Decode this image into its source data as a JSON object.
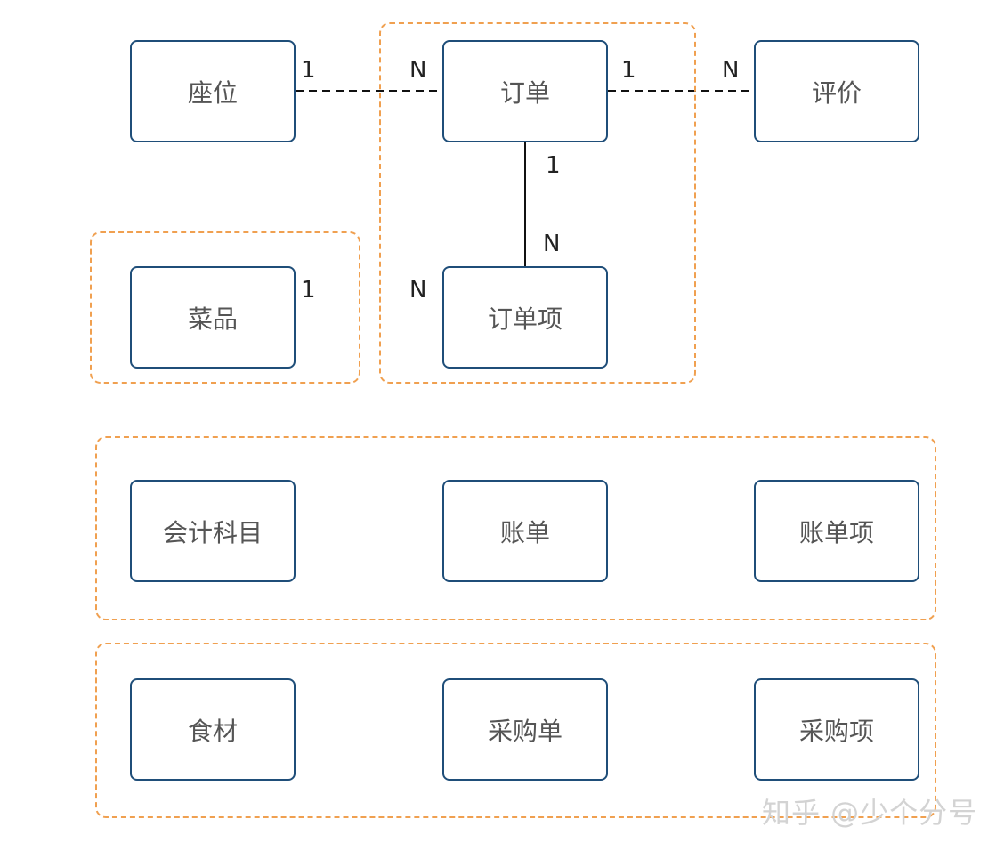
{
  "entities": {
    "seat": "座位",
    "order": "订单",
    "review": "评价",
    "dish": "菜品",
    "order_item": "订单项",
    "account_subject": "会计科目",
    "bill": "账单",
    "bill_item": "账单项",
    "ingredient": "食材",
    "purchase_order": "采购单",
    "purchase_item": "采购项"
  },
  "relationships": [
    {
      "from": "seat",
      "to": "order",
      "from_card": "1",
      "to_card": "N",
      "line": "dashed"
    },
    {
      "from": "order",
      "to": "review",
      "from_card": "1",
      "to_card": "N",
      "line": "dashed"
    },
    {
      "from": "order",
      "to": "order_item",
      "from_card": "1",
      "to_card": "N",
      "line": "solid"
    },
    {
      "from": "dish",
      "to": "order_item",
      "from_card": "1",
      "to_card": "N",
      "line": "none"
    }
  ],
  "groups": [
    [
      "order",
      "order_item"
    ],
    [
      "dish"
    ],
    [
      "account_subject",
      "bill",
      "bill_item"
    ],
    [
      "ingredient",
      "purchase_order",
      "purchase_item"
    ]
  ],
  "colors": {
    "entity_border": "#1f4e79",
    "group_border": "#f0a050",
    "connector": "#111111",
    "watermark": "#d3d3d3"
  },
  "watermark": "知乎 @少个分号"
}
